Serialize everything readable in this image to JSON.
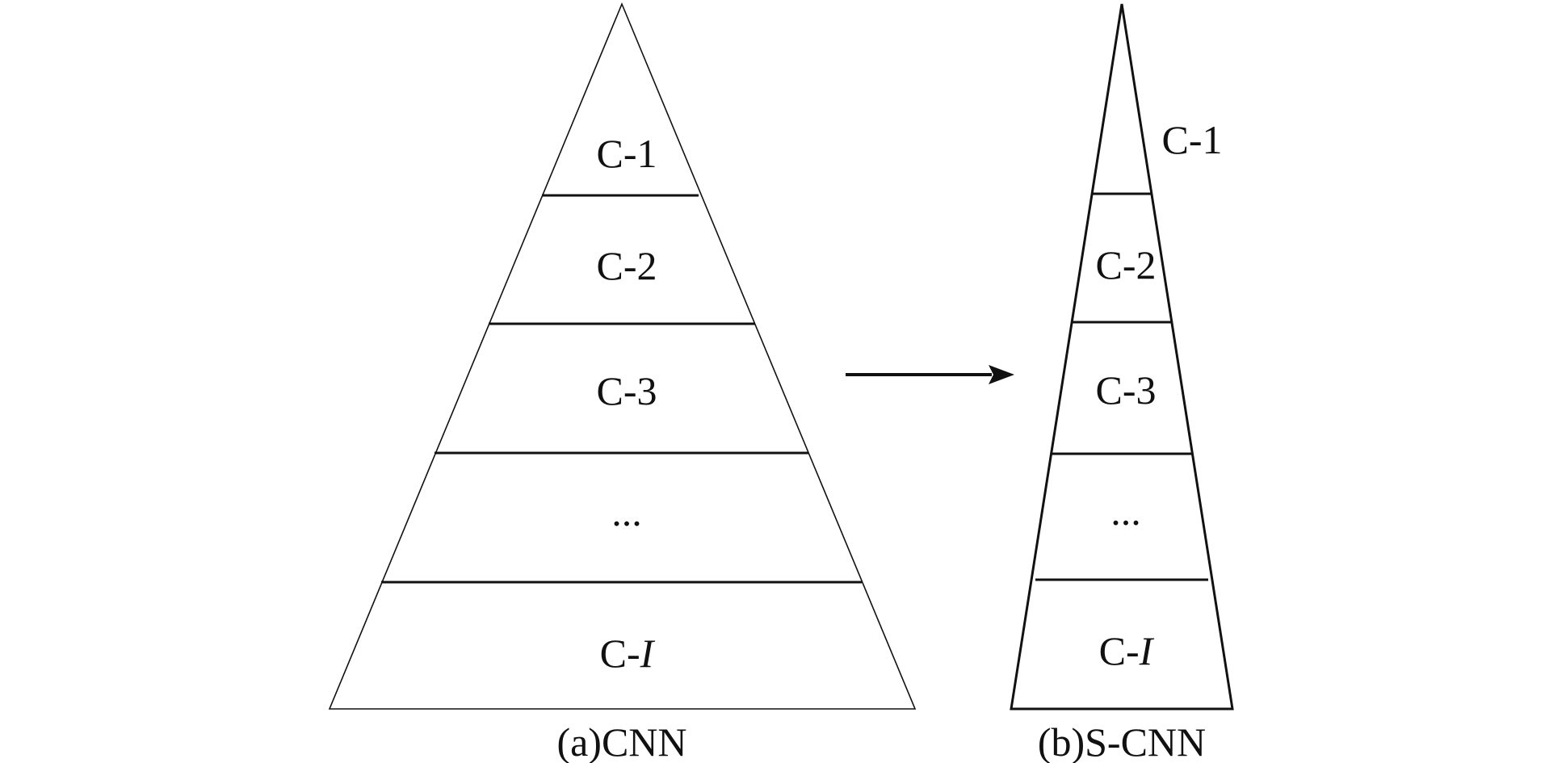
{
  "diagram": {
    "cnn": {
      "layers": [
        "C-1",
        "C-2",
        "C-3",
        "...",
        "C-"
      ],
      "last_layer_suffix": "I",
      "caption": "(a)CNN"
    },
    "scnn": {
      "layers": [
        "C-1",
        "C-2",
        "C-3",
        "...",
        "C-"
      ],
      "last_layer_suffix": "I",
      "caption": "(b)S-CNN"
    }
  }
}
